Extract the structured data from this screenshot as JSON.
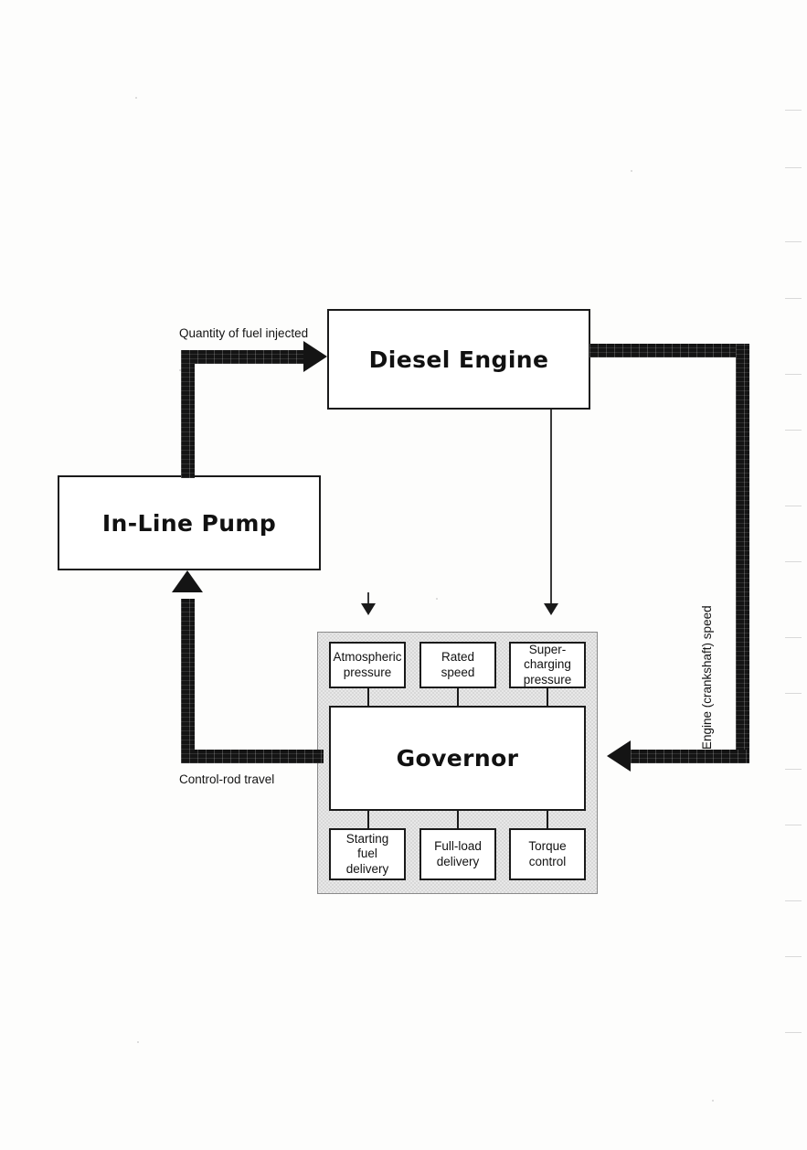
{
  "diagram": {
    "blocks": {
      "diesel_engine": "Diesel Engine",
      "in_line_pump": "In-Line Pump",
      "governor": "Governor"
    },
    "governor_inputs": [
      {
        "id": "atmospheric-pressure",
        "label": "Atmospheric\npressure"
      },
      {
        "id": "rated-speed",
        "label": "Rated\nspeed"
      },
      {
        "id": "super-charging-pressure",
        "label": "Super-\ncharging\npressure"
      }
    ],
    "governor_outputs": [
      {
        "id": "starting-fuel-delivery",
        "label": "Starting\nfuel\ndelivery"
      },
      {
        "id": "full-load-delivery",
        "label": "Full-load\ndelivery"
      },
      {
        "id": "torque-control",
        "label": "Torque\ncontrol"
      }
    ],
    "flow_labels": {
      "fuel_quantity": "Quantity of fuel injected",
      "control_rod": "Control-rod travel",
      "engine_speed": "Engine (crankshaft) speed"
    },
    "colors": {
      "ink": "#141414",
      "paper": "#fdfdfc",
      "panel_fill": "#e8e8e8",
      "panel_dots": "#a8a8a8"
    }
  }
}
